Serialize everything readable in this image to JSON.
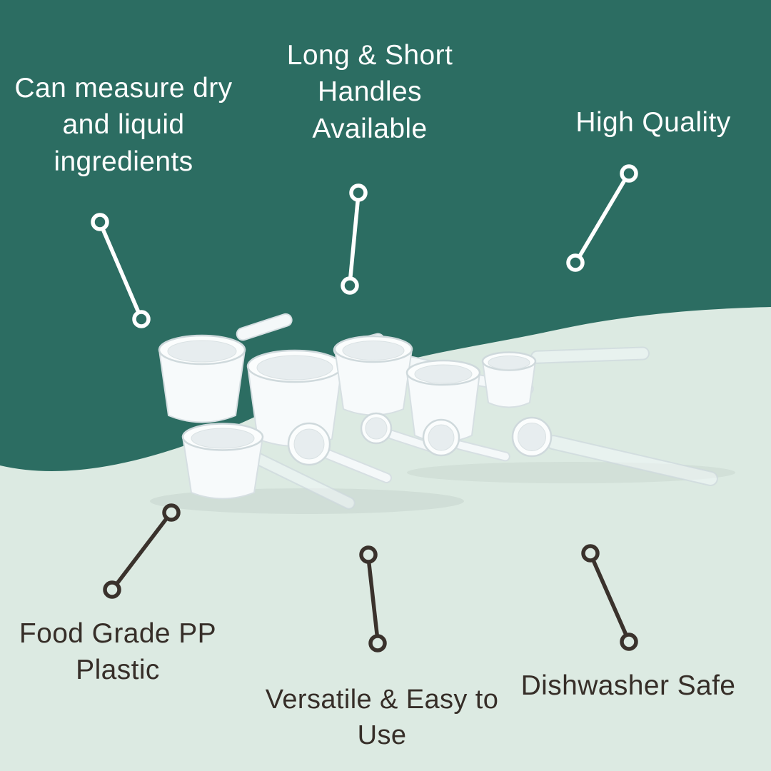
{
  "palette": {
    "teal": "#2C6D62",
    "mint": "#DCEAE2",
    "light_text": "#FFFFFF",
    "dark_text": "#362E28",
    "light_line": "#FFFFFF",
    "dark_line": "#3A322C"
  },
  "callouts": [
    {
      "id": "dry-liquid",
      "label": "Can measure dry\nand liquid\ningredients",
      "theme": "light"
    },
    {
      "id": "handles",
      "label": "Long & Short\nHandles\nAvailable",
      "theme": "light"
    },
    {
      "id": "quality",
      "label": "High Quality",
      "theme": "light"
    },
    {
      "id": "food-grade",
      "label": "Food Grade PP\nPlastic",
      "theme": "dark"
    },
    {
      "id": "versatile",
      "label": "Versatile & Easy to\nUse",
      "theme": "dark"
    },
    {
      "id": "dishwasher",
      "label": "Dishwasher Safe",
      "theme": "dark"
    }
  ]
}
